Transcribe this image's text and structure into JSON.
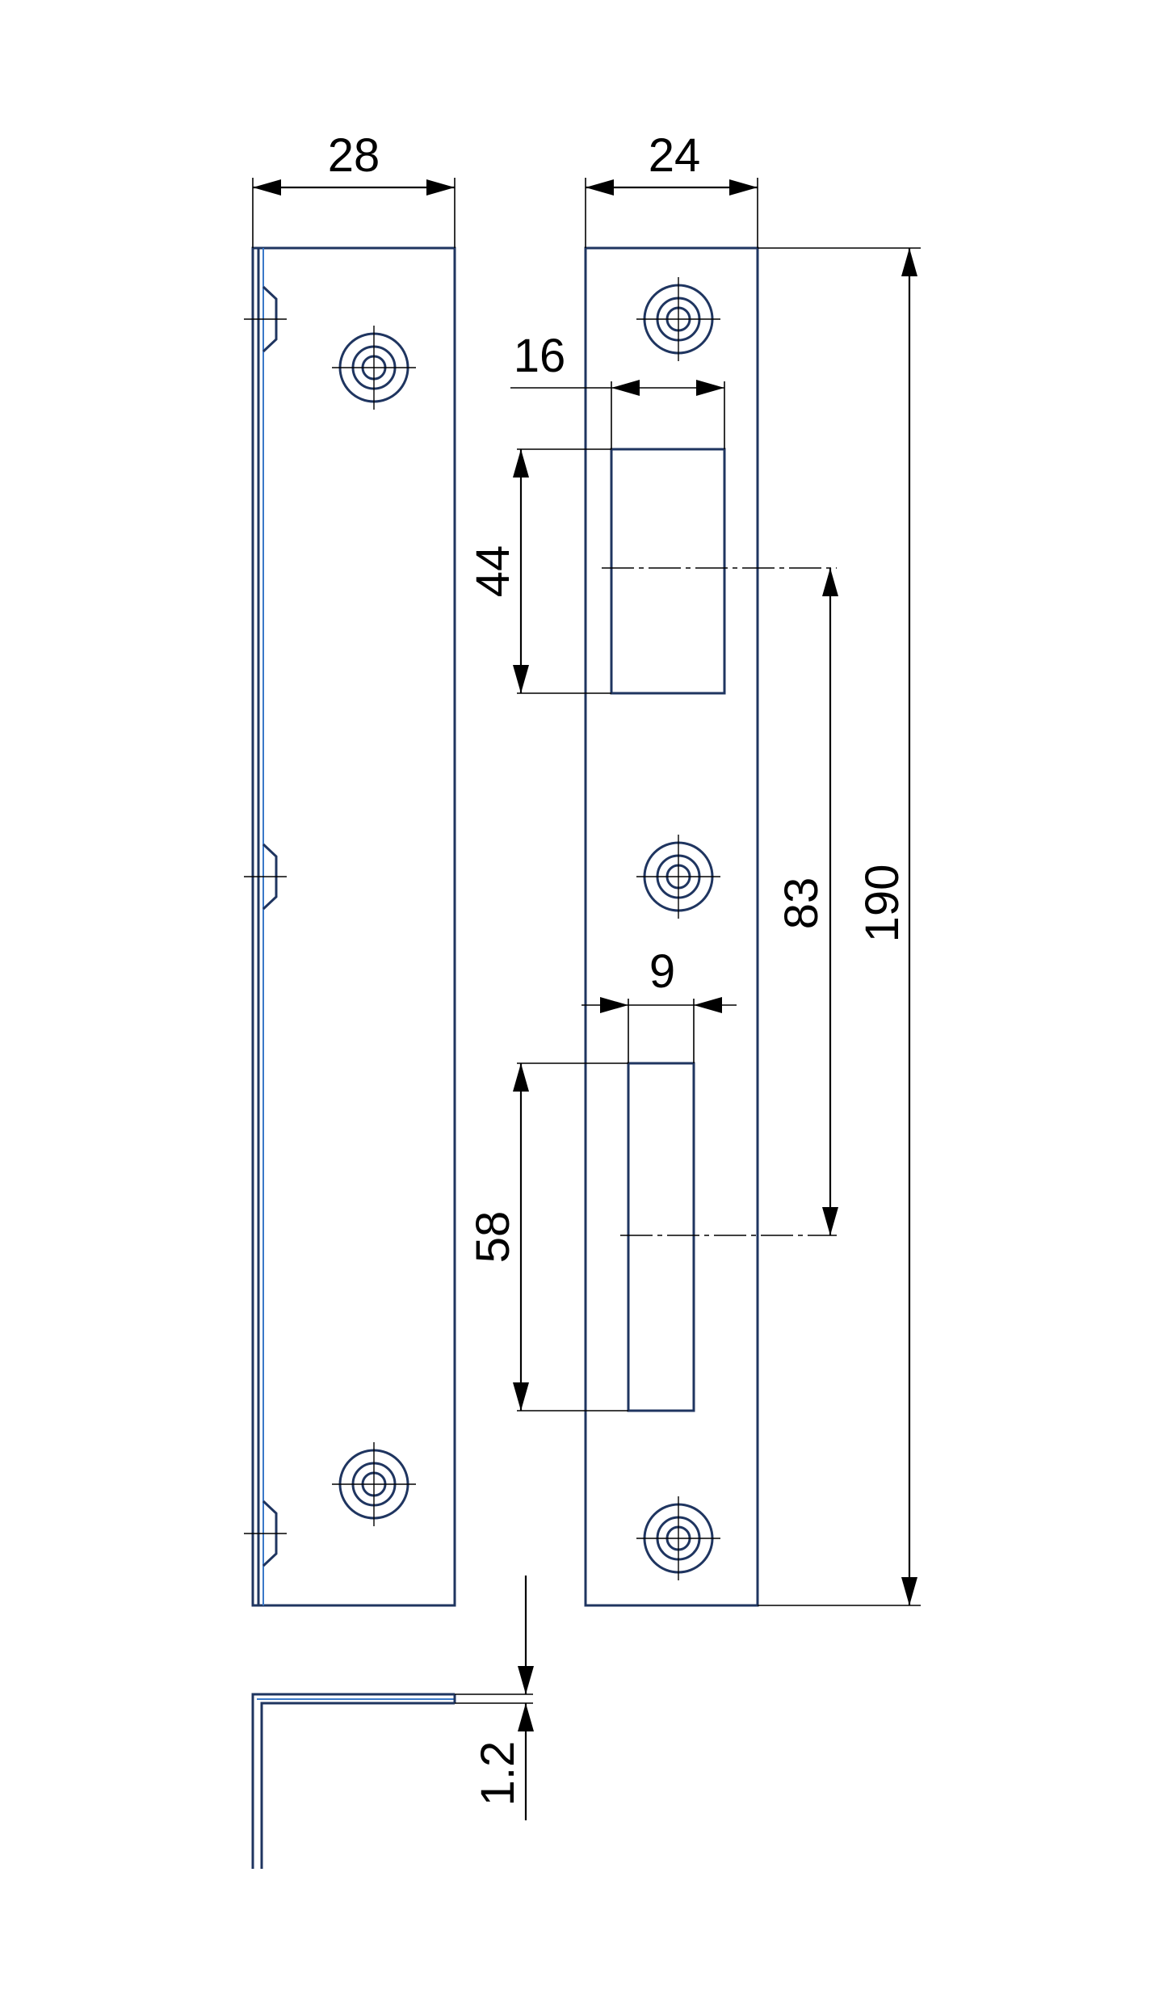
{
  "colors": {
    "outline": "#1f3560",
    "outline_highlight": "#3a78c8",
    "dimension": "#000000",
    "background": "#ffffff"
  },
  "dimensions": {
    "angle_plate_width": "28",
    "strike_plate_width": "24",
    "latch_slot_width": "16",
    "latch_slot_height": "44",
    "bolt_slot_width": "9",
    "bolt_slot_height": "58",
    "slot_center_distance": "83",
    "plate_length": "190",
    "material_thickness": "1.2"
  }
}
